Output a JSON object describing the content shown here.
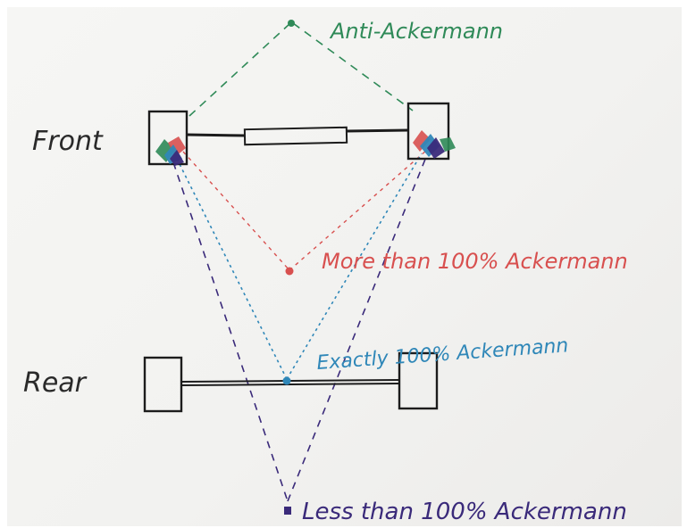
{
  "labels": {
    "front": "Front",
    "rear": "Rear",
    "anti": "Anti-Ackermann",
    "more": "More than 100% Ackermann",
    "exact": "Exactly 100% Ackermann",
    "less": "Less than 100% Ackermann"
  },
  "colors": {
    "ink": "#1c1c1c",
    "anti": "#2f8a58",
    "more": "#d8504f",
    "exact": "#2f87b8",
    "less": "#3a2a7a"
  }
}
